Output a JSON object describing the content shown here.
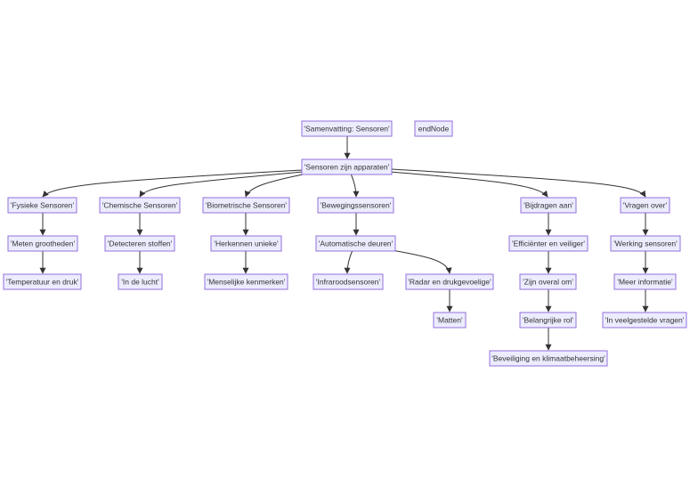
{
  "diagram": {
    "nodes": {
      "summary": "'Samenvatting: Sensoren'",
      "end": "endNode",
      "root": "'Sensoren zijn apparaten'",
      "physical": "'Fysieke Sensoren'",
      "chemical": "'Chemische Sensoren'",
      "biometric": "'Biometrische Sensoren'",
      "motion": "'Bewegingssensoren'",
      "contribute": "'Bijdragen aan'",
      "questions": "'Vragen over'",
      "measure": "'Meten grootheden'",
      "detect": "'Detecteren stoffen'",
      "recognize": "'Herkennen unieke'",
      "autodoors": "'Automatische deuren'",
      "efficient": "'Efficiënter en veiliger'",
      "working": "'Werking sensoren'",
      "temperature": "'Temperatuur en druk'",
      "air": "'In de lucht'",
      "human": "'Menselijke kenmerken'",
      "infrared": "'Infraroodsensoren'",
      "radar": "'Radar en drukgevoelige'",
      "everywhere": "'Zijn overal om'",
      "moreinfo": "'Meer informatie'",
      "mats": "'Matten'",
      "important": "'Belangrijke rol'",
      "faq": "'In veelgestelde vragen'",
      "security": "'Beveiliging en klimaatbeheersing'"
    }
  }
}
